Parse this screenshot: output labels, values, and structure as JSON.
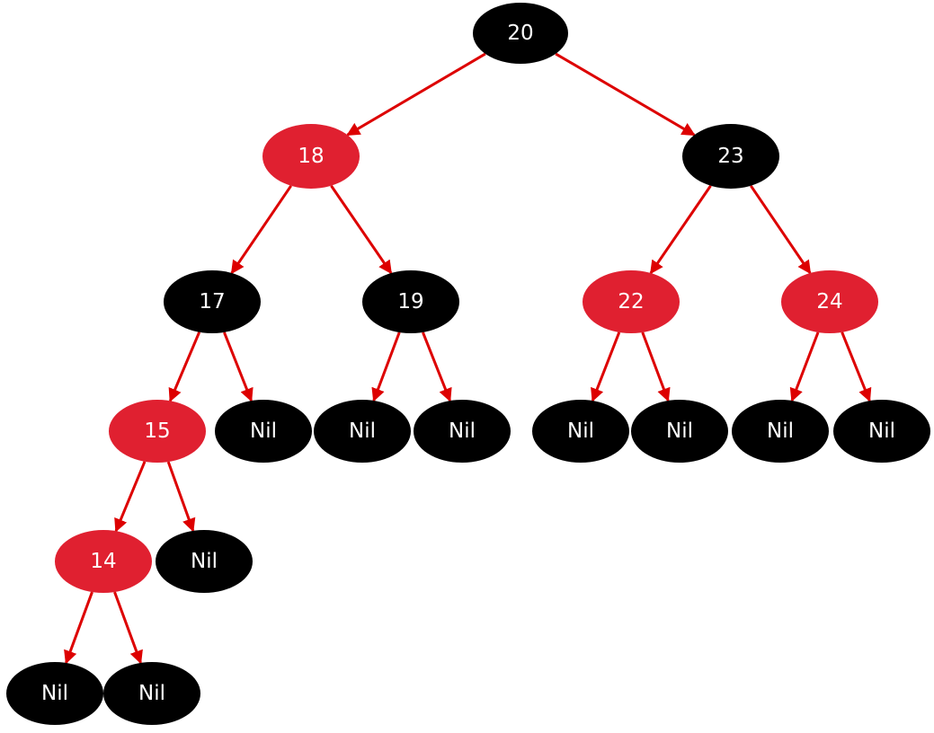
{
  "colors": {
    "black_node": "#000000",
    "red_node": "#e02030",
    "edge": "#dd0000",
    "label": "#ffffff"
  },
  "nodes": [
    {
      "id": "n20",
      "label": "20",
      "color": "black"
    },
    {
      "id": "n18",
      "label": "18",
      "color": "red"
    },
    {
      "id": "n23",
      "label": "23",
      "color": "black"
    },
    {
      "id": "n17",
      "label": "17",
      "color": "black"
    },
    {
      "id": "n19",
      "label": "19",
      "color": "black"
    },
    {
      "id": "n22",
      "label": "22",
      "color": "red"
    },
    {
      "id": "n24",
      "label": "24",
      "color": "red"
    },
    {
      "id": "n15",
      "label": "15",
      "color": "red"
    },
    {
      "id": "nil1",
      "label": "Nil",
      "color": "black"
    },
    {
      "id": "nil2",
      "label": "Nil",
      "color": "black"
    },
    {
      "id": "nil3",
      "label": "Nil",
      "color": "black"
    },
    {
      "id": "nil4",
      "label": "Nil",
      "color": "black"
    },
    {
      "id": "nil5",
      "label": "Nil",
      "color": "black"
    },
    {
      "id": "nil6",
      "label": "Nil",
      "color": "black"
    },
    {
      "id": "nil7",
      "label": "Nil",
      "color": "black"
    },
    {
      "id": "n14",
      "label": "14",
      "color": "red"
    },
    {
      "id": "nil8",
      "label": "Nil",
      "color": "black"
    },
    {
      "id": "nil9",
      "label": "Nil",
      "color": "black"
    },
    {
      "id": "nil10",
      "label": "Nil",
      "color": "black"
    }
  ],
  "edges": [
    {
      "from": "n20",
      "to": "n18"
    },
    {
      "from": "n20",
      "to": "n23"
    },
    {
      "from": "n18",
      "to": "n17"
    },
    {
      "from": "n18",
      "to": "n19"
    },
    {
      "from": "n23",
      "to": "n22"
    },
    {
      "from": "n23",
      "to": "n24"
    },
    {
      "from": "n17",
      "to": "n15"
    },
    {
      "from": "n17",
      "to": "nil1"
    },
    {
      "from": "n19",
      "to": "nil2"
    },
    {
      "from": "n19",
      "to": "nil3"
    },
    {
      "from": "n22",
      "to": "nil4"
    },
    {
      "from": "n22",
      "to": "nil5"
    },
    {
      "from": "n24",
      "to": "nil6"
    },
    {
      "from": "n24",
      "to": "nil7"
    },
    {
      "from": "n15",
      "to": "n14"
    },
    {
      "from": "n15",
      "to": "nil8"
    },
    {
      "from": "n14",
      "to": "nil9"
    },
    {
      "from": "n14",
      "to": "nil10"
    }
  ]
}
